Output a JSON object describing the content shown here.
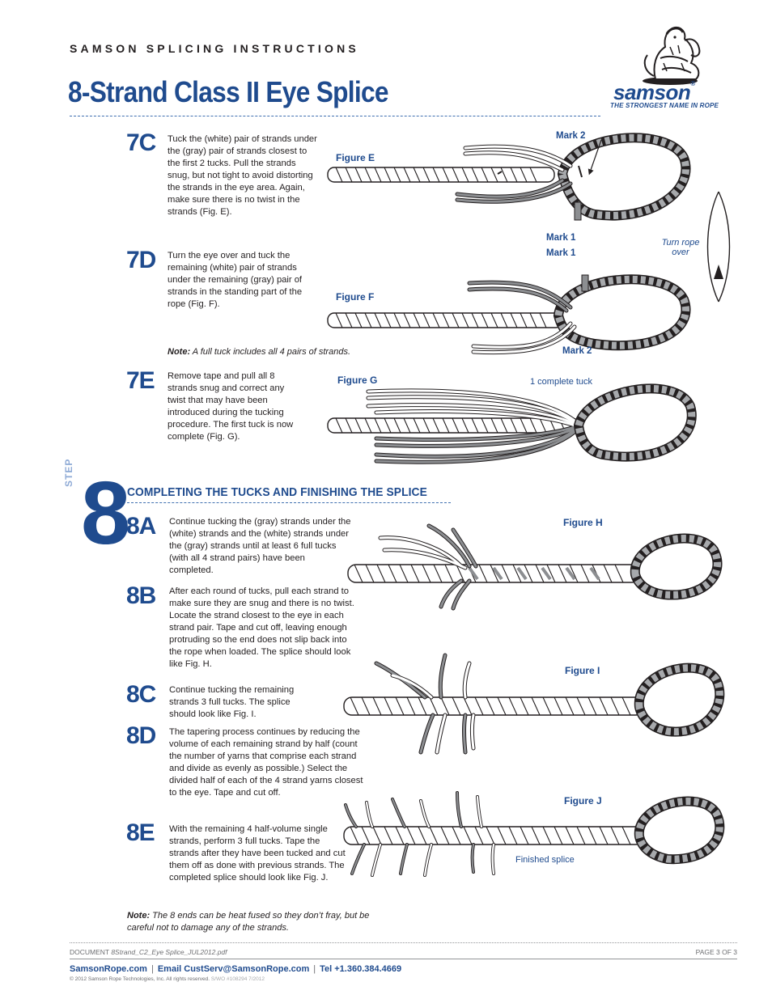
{
  "header": {
    "label": "SAMSON SPLICING INSTRUCTIONS",
    "title": "8-Strand Class II Eye Splice",
    "logo_word": "samson",
    "logo_registered": "®",
    "logo_tagline": "THE STRONGEST NAME IN ROPE"
  },
  "colors": {
    "brand_blue": "#1f4b8e",
    "rope_gray": "#8c8e91",
    "rope_white": "#ffffff",
    "tape": "#8c8e91"
  },
  "steps_7": [
    {
      "id": "7C",
      "text": "Tuck the (white) pair of strands under the (gray) pair of strands closest to the first 2 tucks. Pull the strands snug, but not tight to avoid distorting the strands in the eye area. Again, make sure there is no twist in the strands (Fig. E).",
      "figure": "Figure E"
    },
    {
      "id": "7D",
      "text": "Turn the eye over and tuck the remaining (white) pair of strands under the remaining (gray) pair of strands in the standing part of the rope (Fig. F).",
      "figure": "Figure F"
    },
    {
      "id": "7E",
      "text": "Remove tape and pull all 8 strands snug and correct any twist that may have been introduced during the tucking procedure. The first tuck is now complete (Fig. G).",
      "figure": "Figure G"
    }
  ],
  "figure_annotations": {
    "mark2_top": "Mark 2",
    "mark1_upper": "Mark 1",
    "mark1_lower": "Mark 1",
    "mark2_bottom": "Mark 2",
    "turn_rope_line1": "Turn rope",
    "turn_rope_line2": "over",
    "complete_tuck": "1 complete tuck",
    "finished": "Finished splice"
  },
  "note_7": {
    "label": "Note:",
    "text": " A full tuck includes all 4 pairs of strands."
  },
  "step_8": {
    "tag": "STEP",
    "number": "8",
    "title": "COMPLETING THE TUCKS AND FINISHING THE SPLICE",
    "items": [
      {
        "id": "8A",
        "text": "Continue tucking the (gray) strands under the (white) strands and the (white) strands under the (gray) strands until at least 6 full tucks (with all 4 strand pairs) have been completed."
      },
      {
        "id": "8B",
        "text": "After each round of tucks, pull each strand to make sure they are snug and there is no twist. Locate the strand closest to the eye in each strand pair. Tape and cut off, leaving enough protruding so the end does not slip back into the rope when loaded. The splice should look like Fig. H."
      },
      {
        "id": "8C",
        "text": "Continue tucking the remaining strands 3 full tucks. The splice should look like Fig. I."
      },
      {
        "id": "8D",
        "text": "The tapering process continues by reducing the volume of each remaining strand by half (count the number of yarns that comprise each strand and divide as evenly as possible.) Select the divided half of each of the 4 strand yarns closest to the eye. Tape and cut off."
      },
      {
        "id": "8E",
        "text": "With the remaining 4 half-volume single strands, perform 3 full tucks. Tape the strands after they have been tucked and cut them off as done with previous strands. The completed splice should look like Fig. J."
      }
    ],
    "figures": [
      "Figure H",
      "Figure I",
      "Figure J"
    ]
  },
  "note_8": {
    "label": "Note:",
    "text": " The 8 ends can be heat fused so they don’t fray, but be careful not to damage any of the strands."
  },
  "footer": {
    "doc_prefix": "DOCUMENT ",
    "doc_name": "8Strand_C2_Eye Splice_JUL2012.pdf",
    "page": "PAGE 3 OF 3",
    "site": "SamsonRope.com",
    "email_label": "Email",
    "email": "CustServ@SamsonRope.com",
    "tel_label": "Tel",
    "tel": "+1.360.384.4669",
    "copyright": "© 2012 Samson Rope Technologies, Inc. All rights reserved.",
    "code": "S/WO #108294 7/2012"
  }
}
